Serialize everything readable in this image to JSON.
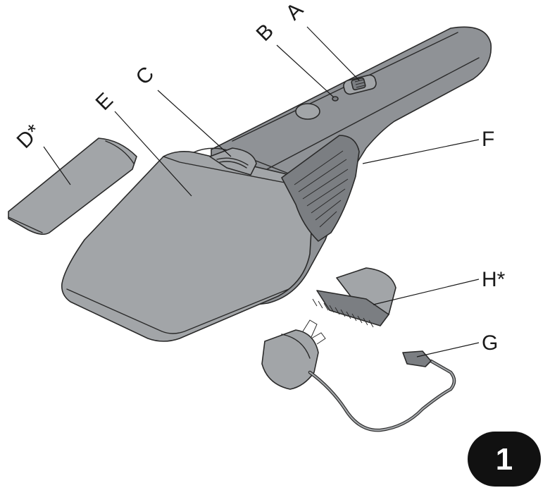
{
  "figure": {
    "page_number": "1",
    "labels": {
      "a": "A",
      "b": "B",
      "c": "C",
      "d": "D*",
      "e": "E",
      "f": "F",
      "g": "G",
      "h": "H*"
    },
    "colors": {
      "part_fill": "#8f9296",
      "outline": "#2a2a2a",
      "badge": "#111111"
    }
  }
}
